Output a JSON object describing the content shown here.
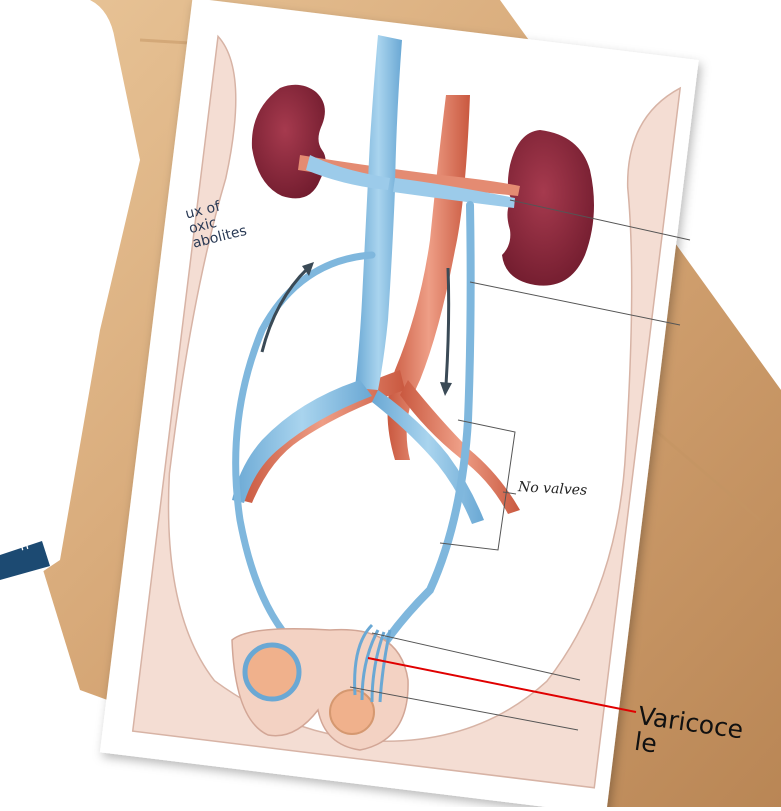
{
  "bubble": {
    "line1": "ux of",
    "line2": "oxic",
    "line3": "abolites"
  },
  "tab": {
    "text": "n"
  },
  "labels": {
    "no_valves": "No valves",
    "varicocele_line1": "Varicoce",
    "varicocele_line2": "le"
  },
  "colors": {
    "vein": "#8fc3e3",
    "artery": "#e07d64",
    "kidney": "#8e2b3e",
    "skin": "#f5ddd3",
    "cardboard": "#d6a877",
    "bubble": "#c7dbee",
    "tab": "#1c4a72",
    "varicocele_line": "#e00000"
  }
}
